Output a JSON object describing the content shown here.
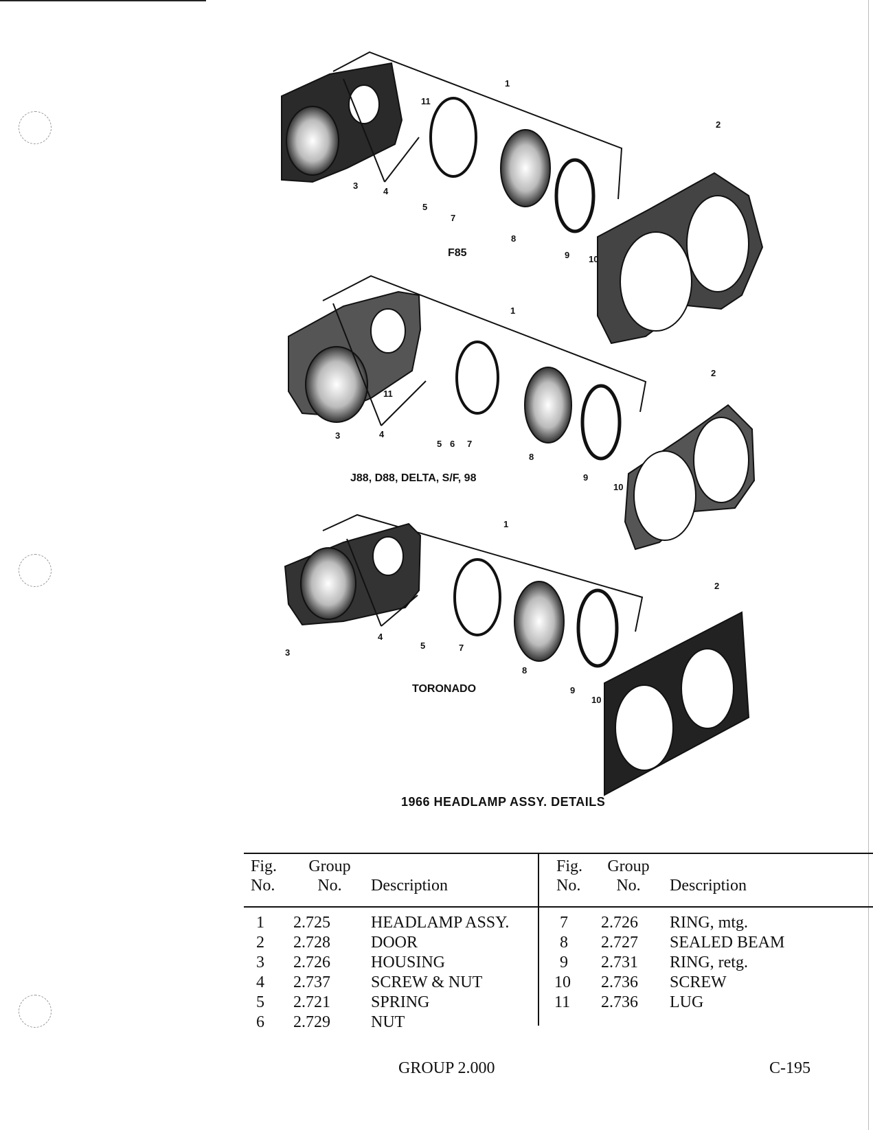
{
  "diagram": {
    "title": "1966 HEADLAMP ASSY. DETAILS",
    "sections": [
      {
        "name": "F85",
        "callouts": [
          "1",
          "2",
          "3",
          "4",
          "5",
          "7",
          "8",
          "9",
          "10",
          "11"
        ]
      },
      {
        "name": "J88, D88, DELTA, S/F, 98",
        "callouts": [
          "1",
          "2",
          "3",
          "4",
          "5",
          "6",
          "7",
          "8",
          "9",
          "10",
          "11"
        ]
      },
      {
        "name": "TORONADO",
        "callouts": [
          "1",
          "2",
          "3",
          "4",
          "5",
          "7",
          "8",
          "9",
          "10"
        ]
      }
    ]
  },
  "table": {
    "headers": {
      "fig": "Fig.",
      "no": "No.",
      "group": "Group",
      "group_no": "No.",
      "description": "Description"
    },
    "left_rows": [
      {
        "fig": "1",
        "group": "2.725",
        "desc": "HEADLAMP ASSY."
      },
      {
        "fig": "2",
        "group": "2.728",
        "desc": "DOOR"
      },
      {
        "fig": "3",
        "group": "2.726",
        "desc": "HOUSING"
      },
      {
        "fig": "4",
        "group": "2.737",
        "desc": "SCREW & NUT"
      },
      {
        "fig": "5",
        "group": "2.721",
        "desc": "SPRING"
      },
      {
        "fig": "6",
        "group": "2.729",
        "desc": "NUT"
      }
    ],
    "right_rows": [
      {
        "fig": "7",
        "group": "2.726",
        "desc": "RING, mtg."
      },
      {
        "fig": "8",
        "group": "2.727",
        "desc": "SEALED BEAM"
      },
      {
        "fig": "9",
        "group": "2.731",
        "desc": "RING, retg."
      },
      {
        "fig": "10",
        "group": "2.736",
        "desc": "SCREW"
      },
      {
        "fig": "11",
        "group": "2.736",
        "desc": "LUG"
      }
    ]
  },
  "footer": {
    "group": "GROUP 2.000",
    "page": "C-195"
  }
}
